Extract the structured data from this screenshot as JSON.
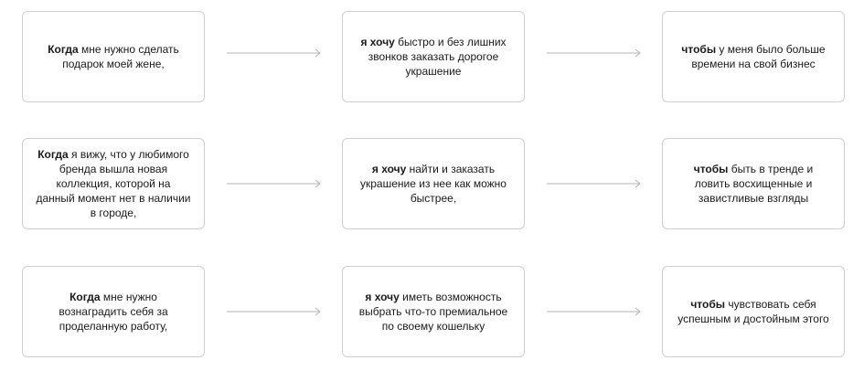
{
  "rows": [
    {
      "when": {
        "keyword": "Когда",
        "text": " мне нужно сделать подарок моей жене,"
      },
      "want": {
        "keyword": "я хочу",
        "text": " быстро и без лишних звонков заказать дорогое украшение"
      },
      "so": {
        "keyword": "чтобы",
        "text": " у меня было больше времени на свой бизнес"
      }
    },
    {
      "when": {
        "keyword": "Когда",
        "text": " я вижу, что у любимого бренда вышла новая коллекция, которой на данный момент нет в наличии в городе,"
      },
      "want": {
        "keyword": "я хочу",
        "text": " найти и заказать украшение из нее как можно быстрее,"
      },
      "so": {
        "keyword": "чтобы",
        "text": " быть в тренде и ловить восхищенные и завистливые взгляды"
      }
    },
    {
      "when": {
        "keyword": "Когда",
        "text": " мне нужно вознаградить себя за проделанную работу,"
      },
      "want": {
        "keyword": "я хочу",
        "text": " иметь возможность выбрать что-то премиальное по своему кошельку"
      },
      "so": {
        "keyword": "чтобы",
        "text": " чувствовать себя успешным и достойным этого"
      }
    }
  ]
}
